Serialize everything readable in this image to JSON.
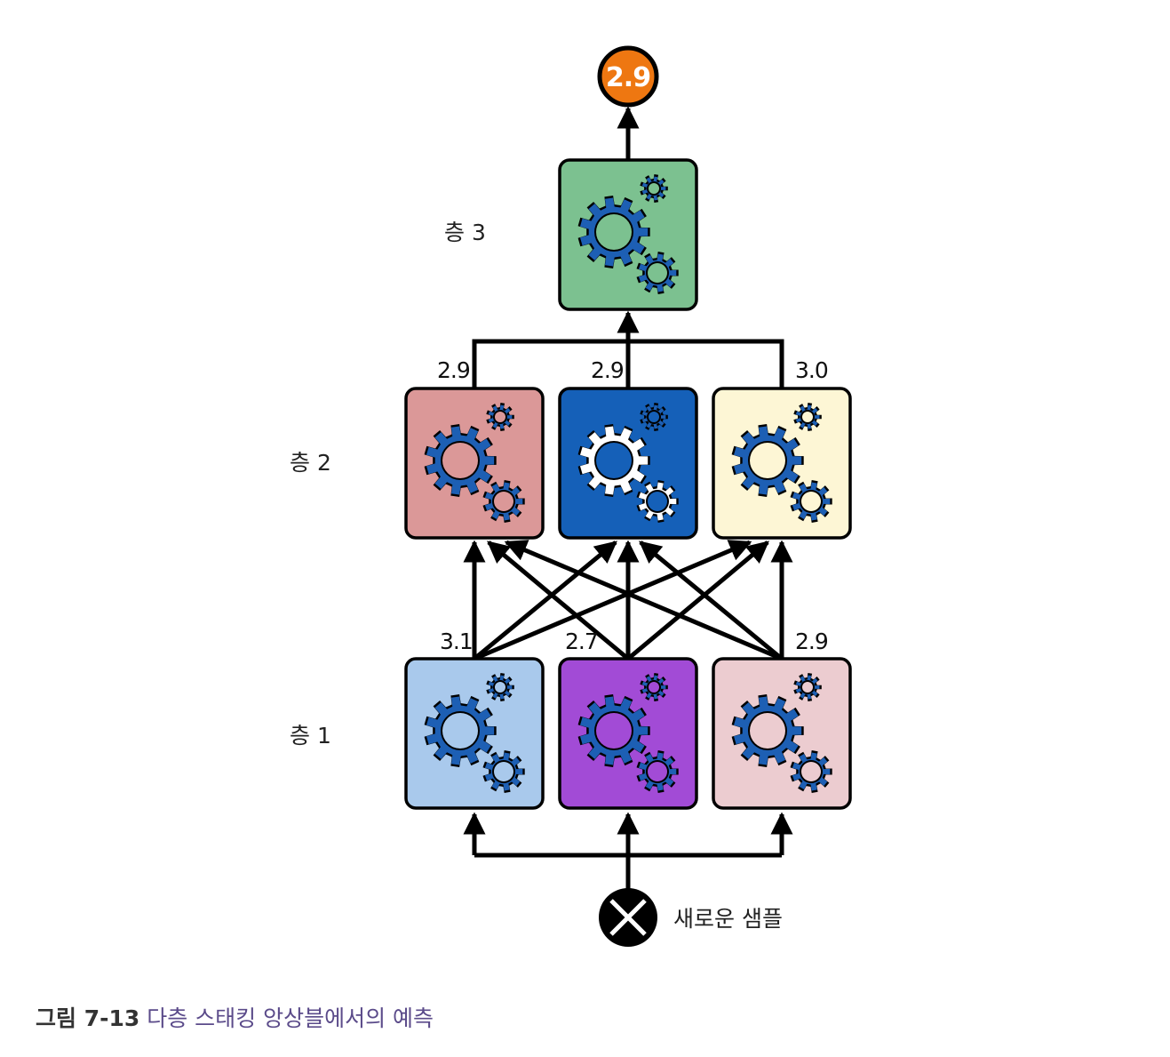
{
  "layers": [
    {
      "label": "층 1",
      "models": [
        {
          "fill": "#a9c9ec",
          "output": "3.1"
        },
        {
          "fill": "#a24bd6",
          "output": "2.7"
        },
        {
          "fill": "#ecccd0",
          "output": "2.9"
        }
      ]
    },
    {
      "label": "층 2",
      "models": [
        {
          "fill": "#db9898",
          "output": "2.9"
        },
        {
          "fill": "#1560b8",
          "output": "2.9"
        },
        {
          "fill": "#fdf6d5",
          "output": "3.0"
        }
      ]
    },
    {
      "label": "층 3",
      "models": [
        {
          "fill": "#7cc190"
        }
      ]
    }
  ],
  "final_output": "2.9",
  "sample_label": "새로운 샘플",
  "caption": {
    "figure_number": "그림 7-13",
    "title": "다층 스태킹 앙상블에서의 예측"
  },
  "colors": {
    "gear": "#1d5fb4",
    "gear_inverse": "#ffffff",
    "output_circle": "#ee7711",
    "line": "#000000"
  },
  "icons": [
    "gears-icon",
    "cross-circle-icon",
    "arrow-icon"
  ]
}
